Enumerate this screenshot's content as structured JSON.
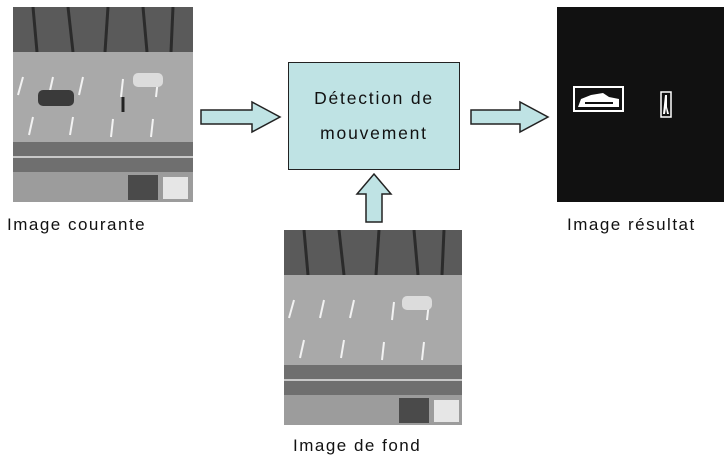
{
  "diagram": {
    "process_box": {
      "line1": "Détection de",
      "line2": "mouvement",
      "color": "#bfe3e4"
    },
    "captions": {
      "current": "Image courante",
      "background": "Image de fond",
      "result": "Image résultat"
    }
  }
}
